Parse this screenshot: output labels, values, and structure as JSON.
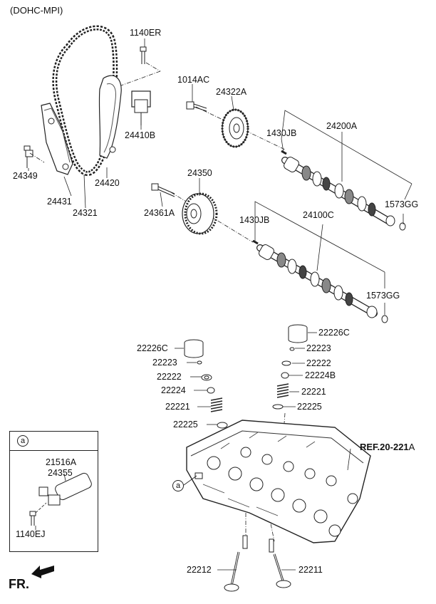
{
  "header": {
    "engine": "(DOHC-MPI)"
  },
  "parts": {
    "p1140ER": "1140ER",
    "p1014AC": "1014AC",
    "p24322A": "24322A",
    "p24410B": "24410B",
    "p1430JB_top": "1430JB",
    "p24200A": "24200A",
    "p24349": "24349",
    "p24420": "24420",
    "p24431": "24431",
    "p24321": "24321",
    "p24350": "24350",
    "p24361A": "24361A",
    "p1573GG_top": "1573GG",
    "p1430JB_bot": "1430JB",
    "p24100C": "24100C",
    "p1573GG_bot": "1573GG",
    "p22226C_r": "22226C",
    "p22226C_l": "22226C",
    "p22223_r": "22223",
    "p22223_l": "22223",
    "p22222_r": "22222",
    "p22222_l": "22222",
    "p22224B": "22224B",
    "p22224": "22224",
    "p22221_r": "22221",
    "p22221_l": "22221",
    "p22225_r": "22225",
    "p22225_l": "22225",
    "p22212": "22212",
    "p22211": "22211"
  },
  "reference": {
    "main": "REF.20-221",
    "suffix": "A"
  },
  "inset": {
    "marker": "a",
    "p21516A": "21516A",
    "p24355": "24355",
    "p1140EJ": "1140EJ"
  },
  "callout_marker": "a",
  "front_label": "FR."
}
